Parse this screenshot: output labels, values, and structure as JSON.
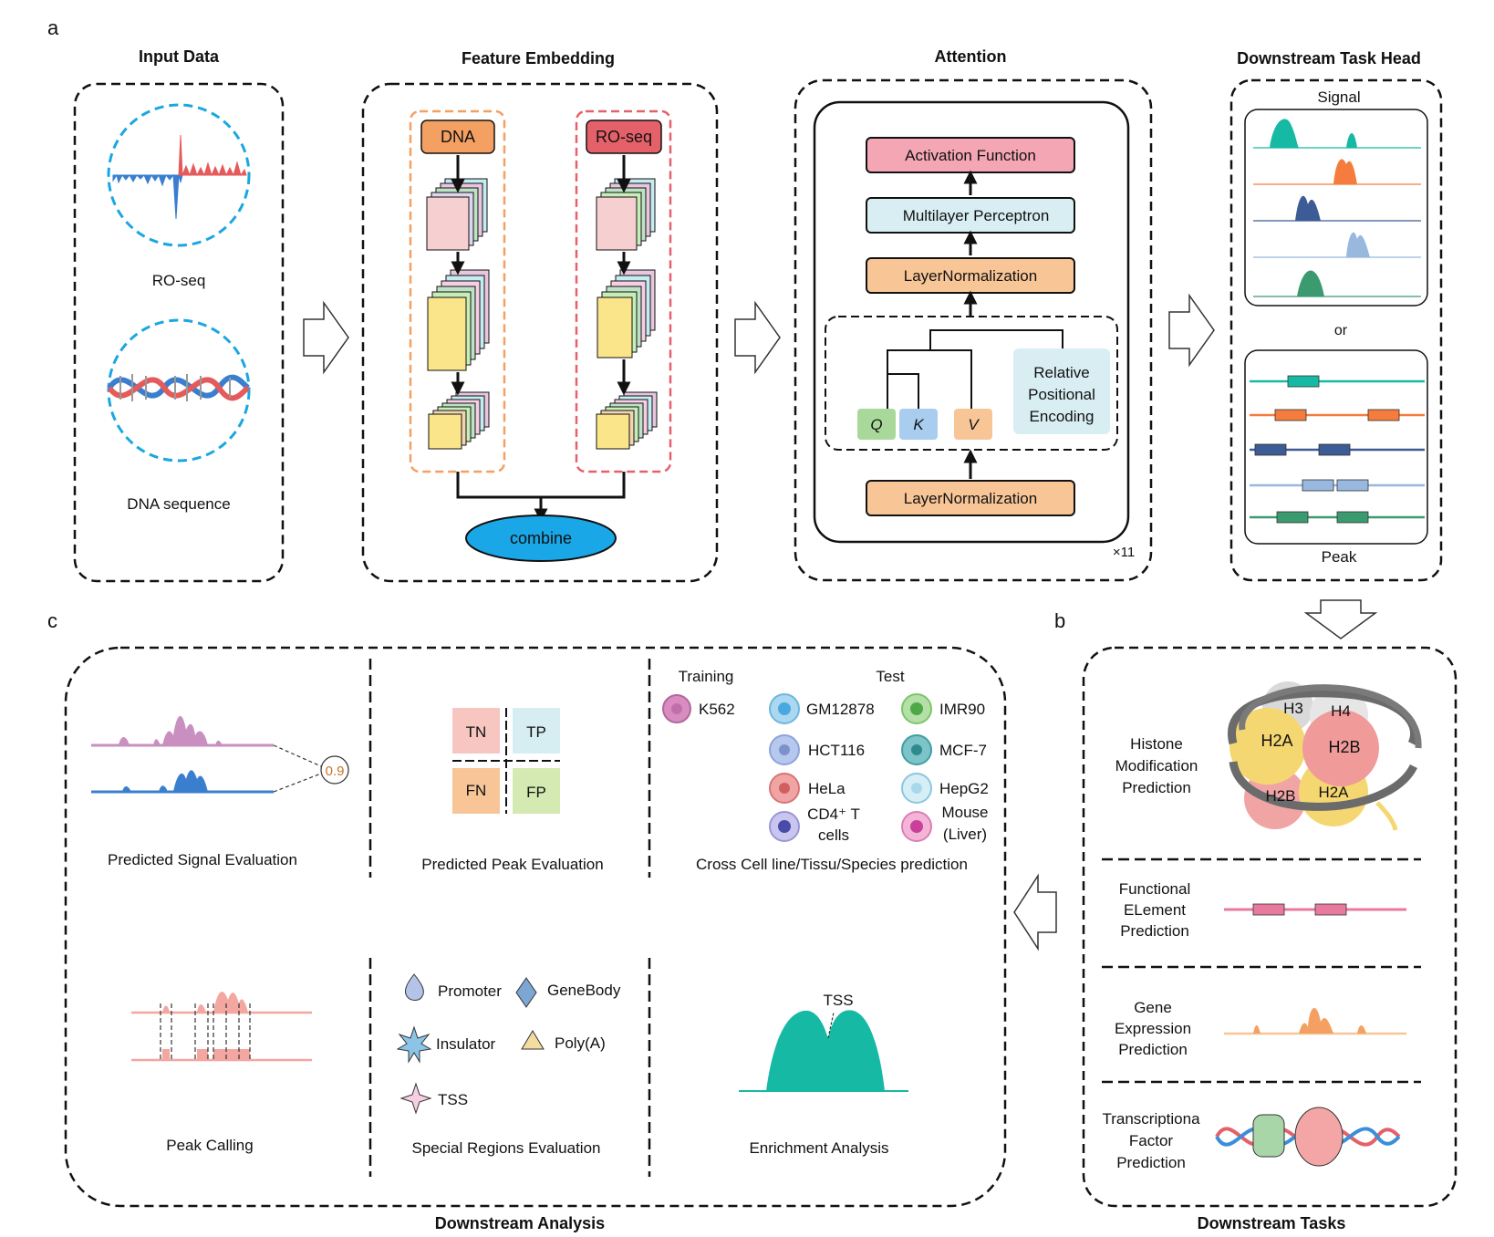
{
  "panel_a": {
    "letter": "a",
    "input_data": {
      "title": "Input Data",
      "ro_seq_label": "RO-seq",
      "dna_label": "DNA sequence"
    },
    "feature_embedding": {
      "title": "Feature Embedding",
      "dna_box": "DNA",
      "roseq_box": "RO-seq",
      "combine": "combine"
    },
    "attention": {
      "title": "Attention",
      "activation": "Activation Function",
      "mlp": "Multilayer Perceptron",
      "layernorm_top": "LayerNormalization",
      "layernorm_bottom": "LayerNormalization",
      "q": "Q",
      "k": "K",
      "v": "V",
      "rpe_line1": "Relative",
      "rpe_line2": "Positional",
      "rpe_line3": "Encoding",
      "repeat": "×11"
    },
    "task_head": {
      "title": "Downstream Task Head",
      "signal": "Signal",
      "or": "or",
      "peak": "Peak"
    }
  },
  "panel_b": {
    "letter": "b",
    "title": "Downstream Tasks",
    "histone": {
      "line1": "Histone",
      "line2": "Modification",
      "line3": "Prediction",
      "h3": "H3",
      "h4": "H4",
      "h2a_1": "H2A",
      "h2b_1": "H2B",
      "h2b_2": "H2B",
      "h2a_2": "H2A"
    },
    "functional": {
      "line1": "Functional",
      "line2": "ELement",
      "line3": "Prediction"
    },
    "gene": {
      "line1": "Gene",
      "line2": "Expression",
      "line3": "Prediction"
    },
    "tf": {
      "line1": "Transcriptiona",
      "line2": "Factor",
      "line3": "Prediction"
    }
  },
  "panel_c": {
    "letter": "c",
    "title": "Downstream Analysis",
    "signal_eval": {
      "label": "Predicted Signal Evaluation",
      "value": "0.9"
    },
    "peak_eval": {
      "label": "Predicted Peak Evaluation",
      "tn": "TN",
      "tp": "TP",
      "fn": "FN",
      "fp": "FP"
    },
    "cross": {
      "label": "Cross Cell line/Tissu/Species prediction",
      "training": "Training",
      "test": "Test",
      "k562": "K562",
      "gm12878": "GM12878",
      "imr90": "IMR90",
      "hct116": "HCT116",
      "mcf7": "MCF-7",
      "hela": "HeLa",
      "hepg2": "HepG2",
      "cd4_line1": "CD4⁺ T",
      "cd4_line2": "cells",
      "mouse_line1": "Mouse",
      "mouse_line2": "(Liver)"
    },
    "peak_calling": {
      "label": "Peak Calling"
    },
    "special": {
      "label": "Special Regions Evaluation",
      "promoter": "Promoter",
      "genebody": "GeneBody",
      "insulator": "Insulator",
      "polya": "Poly(A)",
      "tss": "TSS"
    },
    "enrichment": {
      "label": "Enrichment Analysis",
      "tss": "TSS"
    }
  },
  "colors": {
    "orange_box": "#f4a063",
    "red_box": "#e5616a",
    "pink_box": "#f4a6b4",
    "light_blue": "#d8eef3",
    "peach": "#f8c597",
    "combine": "#19a7e8",
    "teal": "#16b9a4",
    "orange": "#f47c3c",
    "navy": "#3d5b94",
    "light_steel": "#98b8de",
    "green": "#3c9a70"
  }
}
